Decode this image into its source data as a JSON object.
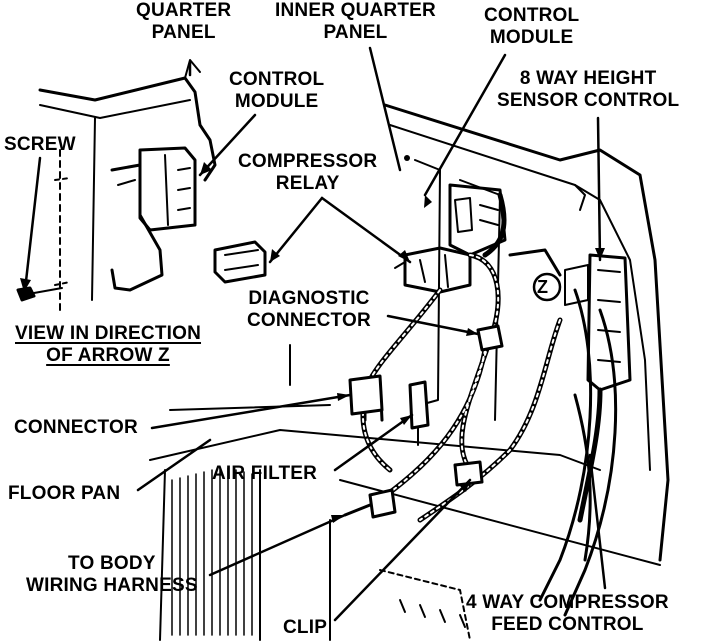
{
  "labels": {
    "quarter_panel": [
      "QUARTER",
      "PANEL"
    ],
    "inner_quarter_panel": [
      "INNER QUARTER",
      "PANEL"
    ],
    "control_module_top": [
      "CONTROL",
      "MODULE"
    ],
    "control_module_inset": [
      "CONTROL",
      "MODULE"
    ],
    "height_sensor": [
      "8 WAY HEIGHT",
      "SENSOR CONTROL"
    ],
    "screw": "SCREW",
    "compressor_relay": [
      "COMPRESSOR",
      "RELAY"
    ],
    "diagnostic_connector": [
      "DIAGNOSTIC",
      "CONNECTOR"
    ],
    "arrow_z_view": [
      "VIEW IN DIRECTION",
      "OF ARROW Z"
    ],
    "z_marker": "Z",
    "connector": "CONNECTOR",
    "air_filter": "AIR FILTER",
    "floor_pan": "FLOOR PAN",
    "body_harness": [
      "TO BODY",
      "WIRING HARNESS"
    ],
    "clip": "CLIP",
    "compressor_feed": [
      "4 WAY COMPRESSOR",
      "FEED CONTROL"
    ]
  }
}
